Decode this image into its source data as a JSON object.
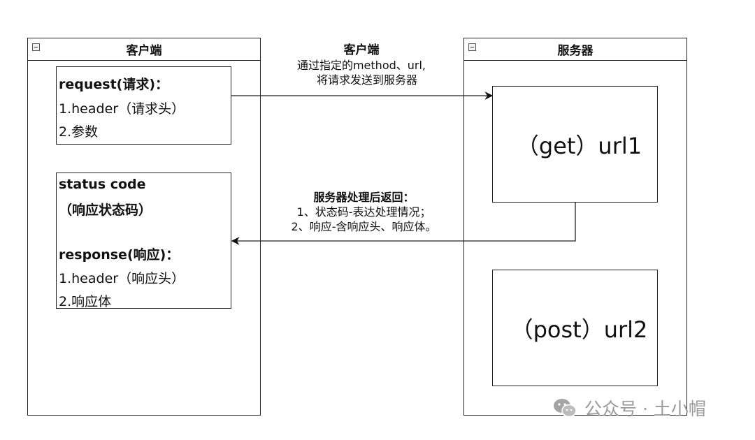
{
  "client_panel": {
    "title": "客户端"
  },
  "server_panel": {
    "title": "服务器"
  },
  "request_box": {
    "title": "request(请求)：",
    "lines": [
      "1.header（请求头）",
      "2.参数"
    ]
  },
  "response_box": {
    "status_title": "status code",
    "status_sub": "（响应状态码）",
    "response_title": "response(响应)：",
    "lines": [
      "1.header（响应头）",
      "2.响应体"
    ]
  },
  "request_message": {
    "title": "客户端",
    "line1": "通过指定的method、url,",
    "line2": "将请求发送到服务器"
  },
  "response_message": {
    "title": "服务器处理后返回：",
    "line1": "1、状态码-表达处理情况；",
    "line2": "2、响应-含响应头、响应体。"
  },
  "endpoints": [
    "（get）url1",
    "（post）url2"
  ],
  "watermark": {
    "text": "公众号 · 土小帽",
    "icon": "wechat-icon"
  }
}
